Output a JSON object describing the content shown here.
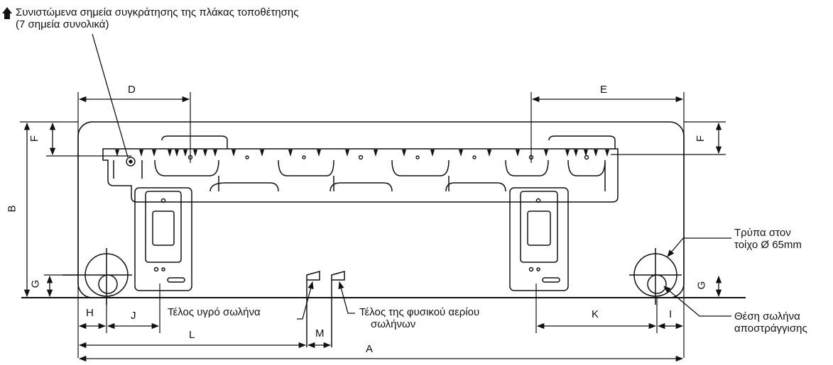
{
  "header": {
    "arrow_icon": "up-arrow-icon",
    "line1": "Συνιστώμενα σημεία συγκράτησης της πλάκας τοποθέτησης",
    "line2": "(7 σημεία συνολικά)"
  },
  "labels": {
    "wall_hole_line1": "Τρύπα στον",
    "wall_hole_line2": "τοίχο Ø 65mm",
    "drain_line1": "Θέση σωλήνα",
    "drain_line2": "αποστράγγισης",
    "liquid_pipe_end": "Τέλος υγρό σωλήνα",
    "gas_pipe_line1": "Τέλος της φυσικού αερίου",
    "gas_pipe_line2": "σωλήνων"
  },
  "dimensions": {
    "A": "A",
    "B": "B",
    "D": "D",
    "E": "E",
    "F_left": "F",
    "F_right": "F",
    "G_left": "G",
    "G_right": "G",
    "H": "H",
    "I": "I",
    "J": "J",
    "K": "K",
    "L": "L",
    "M": "M"
  }
}
